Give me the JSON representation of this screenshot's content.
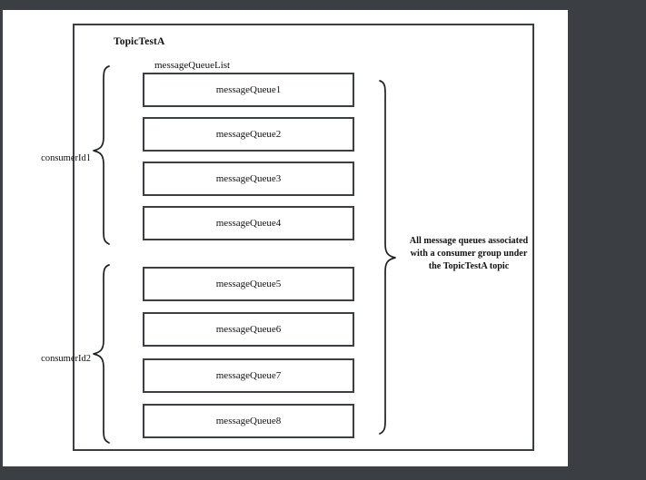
{
  "canvas": {
    "background_color": "#3b3f43",
    "sheet_color": "#ffffff",
    "stroke_color": "#3b3f43"
  },
  "diagram": {
    "type": "block-diagram",
    "topic": {
      "title": "TopicTestA",
      "queue_list_label": "messageQueueList"
    },
    "consumers": [
      {
        "id": "consumerId1",
        "label": "consumerId1",
        "queue_indices": [
          0,
          1,
          2,
          3
        ]
      },
      {
        "id": "consumerId2",
        "label": "consumerId2",
        "queue_indices": [
          4,
          5,
          6,
          7
        ]
      }
    ],
    "queues": [
      {
        "label": "messageQueue1"
      },
      {
        "label": "messageQueue2"
      },
      {
        "label": "messageQueue3"
      },
      {
        "label": "messageQueue4"
      },
      {
        "label": "messageQueue5"
      },
      {
        "label": "messageQueue6"
      },
      {
        "label": "messageQueue7"
      },
      {
        "label": "messageQueue8"
      }
    ],
    "annotation": {
      "line1": "All message queues associated",
      "line2": "with a consumer group under",
      "line3": "the TopicTestA topic"
    }
  }
}
